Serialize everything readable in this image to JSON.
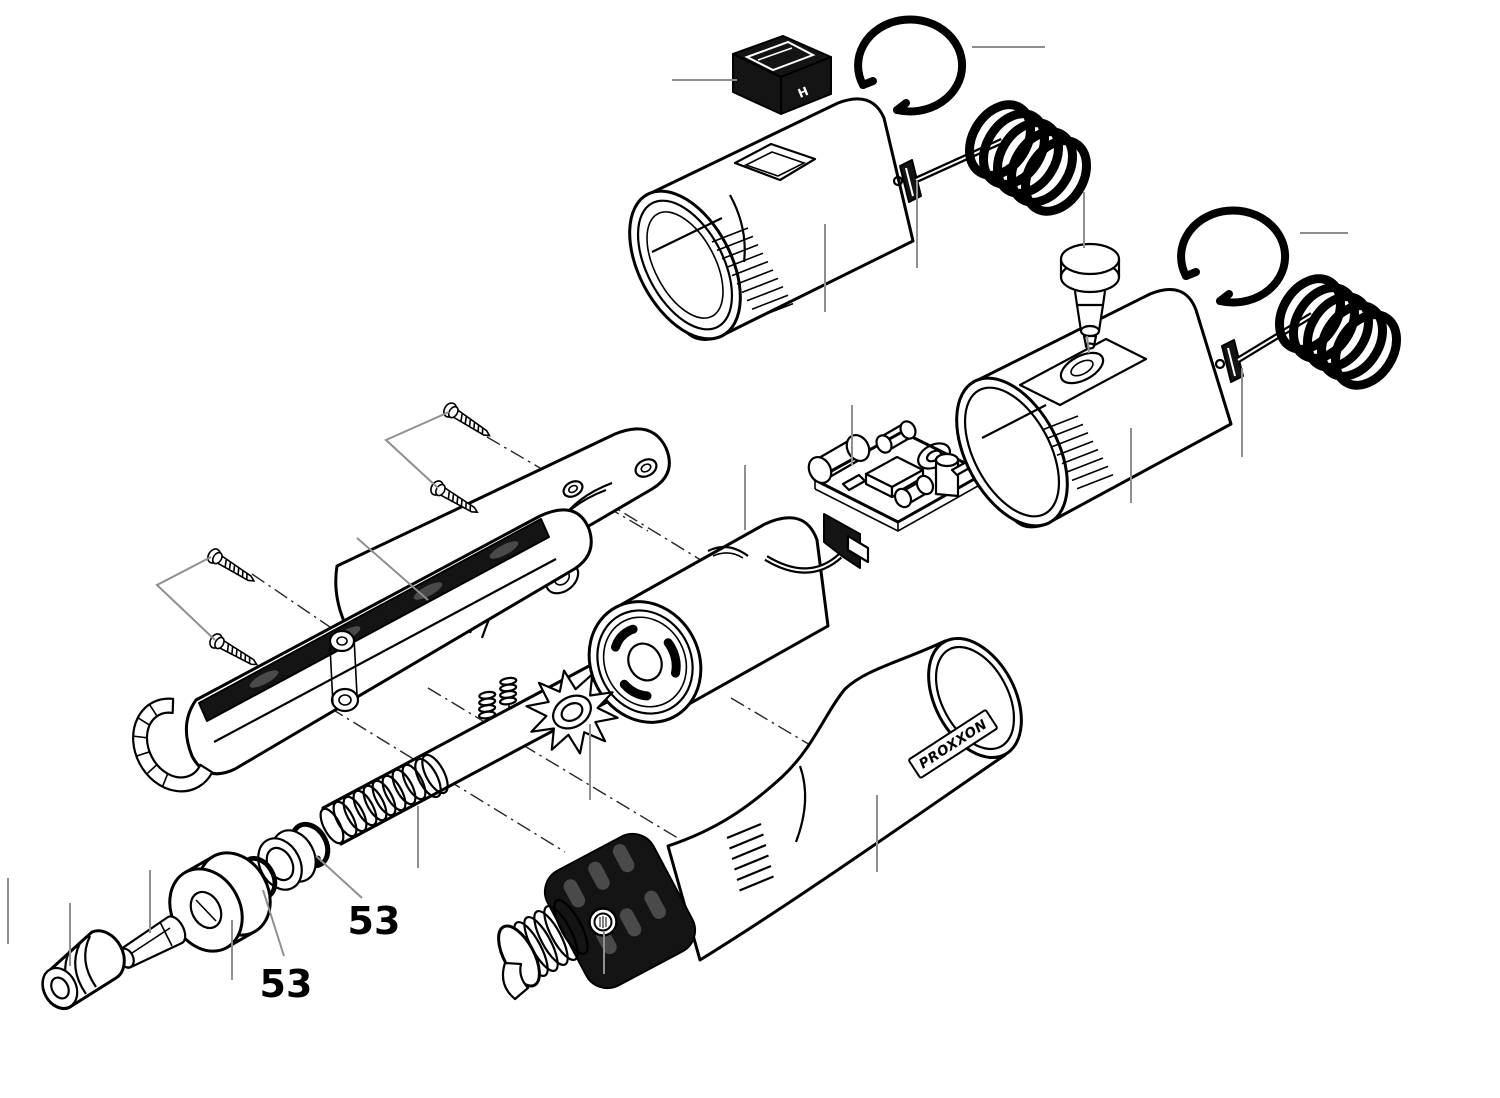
{
  "diagram": {
    "type": "exploded-parts-diagram",
    "subject": "rotary-tool",
    "labels": {
      "a": "53",
      "b": "53"
    },
    "branding": {
      "logo": "PROXXON"
    },
    "switch_marking": "H",
    "colors": {
      "line": "#000000",
      "leader": "#8f8f8f",
      "background": "#ffffff",
      "rubber": "#141414",
      "recess": "#4a4a4a"
    },
    "parts": [
      "power-switch",
      "retaining-clip",
      "rear-cap-housing-a",
      "contact-spring-coil",
      "lock-knob",
      "retaining-clip",
      "rear-cap-housing-b",
      "contact-spring-coil",
      "circuit-board",
      "dc-motor",
      "fan-impeller",
      "housing-shell-half-upper",
      "housing-shell-half-lower",
      "self-tapping-screw",
      "self-tapping-screw",
      "self-tapping-screw",
      "self-tapping-screw",
      "detent-spring",
      "detent-spring",
      "spindle-shaft",
      "snap-ring",
      "ball-bearing",
      "snap-ring",
      "bearing-flange",
      "collet",
      "collet-nut",
      "main-housing-with-grip"
    ]
  }
}
